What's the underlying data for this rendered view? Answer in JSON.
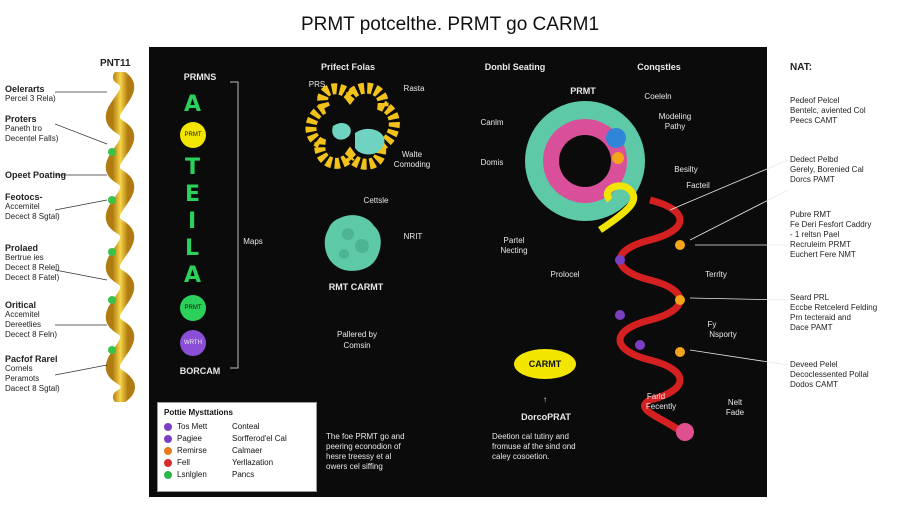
{
  "title": "PRMT potcelthe. PRMT go CARM1",
  "left": {
    "helix_label": "PNT11",
    "labels": [
      {
        "head": "Oelerarts",
        "lines": [
          "Percel 3 Rela)"
        ]
      },
      {
        "head": "Proters",
        "lines": [
          "Paneth tro",
          "Decentel Falls)"
        ]
      },
      {
        "head": "Opeet Poating",
        "lines": []
      },
      {
        "head": "Feotocs-",
        "lines": [
          "Accemitel",
          "Decect 8 Sgtal)"
        ]
      },
      {
        "head": "Prolaed",
        "lines": [
          "Bertrue ies",
          "Decect 8 Relel)",
          "Decect 8 Fatel)"
        ]
      },
      {
        "head": "Oritical",
        "lines": [
          "Accemitel",
          "Dereetlies",
          "Decect 8 Feln)"
        ]
      },
      {
        "head": "Pacfof Rarel",
        "lines": [
          "Cornels",
          "Peramots",
          "Dacect 8 Sgtal)"
        ]
      }
    ]
  },
  "panel": {
    "col1": {
      "top": "PRMNS",
      "letters": [
        "A",
        "T",
        "E",
        "I",
        "L",
        "A"
      ],
      "circle_yellow": "PRMT",
      "circle_green": "PRMT",
      "circle_purple": "WRTH",
      "bottom": "BORCAM",
      "bracket_label": "Maps"
    },
    "col2": {
      "title": "Prifect Folas",
      "top_left": "PRS",
      "top_right": "Rasta",
      "mid_right_1": "Walte",
      "mid_right_2": "Comoding",
      "blob_top": "Cettsle",
      "blob_right": "NRIT",
      "blob_label": "RMT CARMT",
      "below_1": "Pallered by",
      "below_2": "Comsin",
      "paragraph": [
        "The foe PRMT go and",
        "peering econodion of",
        "hesre treessy et al",
        "owers cel siffing"
      ]
    },
    "col3": {
      "title": "Donbl Seating",
      "ring_label": "PRMT",
      "left_1": "Canlm",
      "left_2": "Domis",
      "left_3": "Partel",
      "left_3b": "Necting",
      "bottom_left": "Prolocel",
      "carmt": "CARMT",
      "carmt_label": "DorcoPRAT",
      "paragraph": [
        "Deetion cal tutiny and",
        "fromuse af the sind ond",
        "caley cosoetion."
      ]
    },
    "col4": {
      "title": "Conqstles",
      "r1": "Coeleln",
      "r2": "Modeling",
      "r2b": "Pathy",
      "r3": "Besilty",
      "r4": "Facteil",
      "r5": "Terrlty",
      "r6": "Fy",
      "r6b": "Nsporty",
      "r7": "Farld",
      "r7b": "Fecently",
      "r8": "Nelt",
      "r8b": "Fade"
    },
    "legend": {
      "title": "Pottie Mysttations",
      "rows": [
        {
          "a": "Tos Mett",
          "b": "Conteal",
          "color": "#7b3fc4"
        },
        {
          "a": "Pagiee",
          "b": "Sorfferod'el Cal",
          "color": "#7b3fc4"
        },
        {
          "a": "Remirse",
          "b": "Calmaer",
          "color": "#e87a1e"
        },
        {
          "a": "Fell",
          "b": "Yerllazation",
          "color": "#d62b2b"
        },
        {
          "a": "Lsnlglen",
          "b": "Pancs",
          "color": "#2bb84a"
        }
      ]
    }
  },
  "right": {
    "head": "NAT:",
    "labels": [
      [
        "Pedeof Pelcel",
        "Bentelc, aviented Col",
        "Peecs CAMT"
      ],
      [
        "Dedect Pelbd",
        "Gerely, Borenied Cal",
        "Dorcs PAMT"
      ],
      [
        "Pubre RMT",
        "Fe Deri Fesfort Caddry",
        "- 1 reltsn Pael",
        "Recruleim PRMT",
        "Euchert Fere NMT"
      ],
      [
        "Seard PRL",
        "Eccbe Retcelerd Felding",
        "Prn tecteraid and",
        "Dace PAMT"
      ],
      [
        "Deveed Pelel",
        "Decoclessented Pollal",
        "Dodos CAMT"
      ]
    ]
  },
  "colors": {
    "panel": "#0b0b0b",
    "helix_gold": "#e8b923",
    "green_spot": "#39c24a",
    "teal_blob": "#5ec9a6",
    "pink_core": "#d94f9a",
    "red_helix": "#d42020",
    "yellow": "#f2e600"
  }
}
